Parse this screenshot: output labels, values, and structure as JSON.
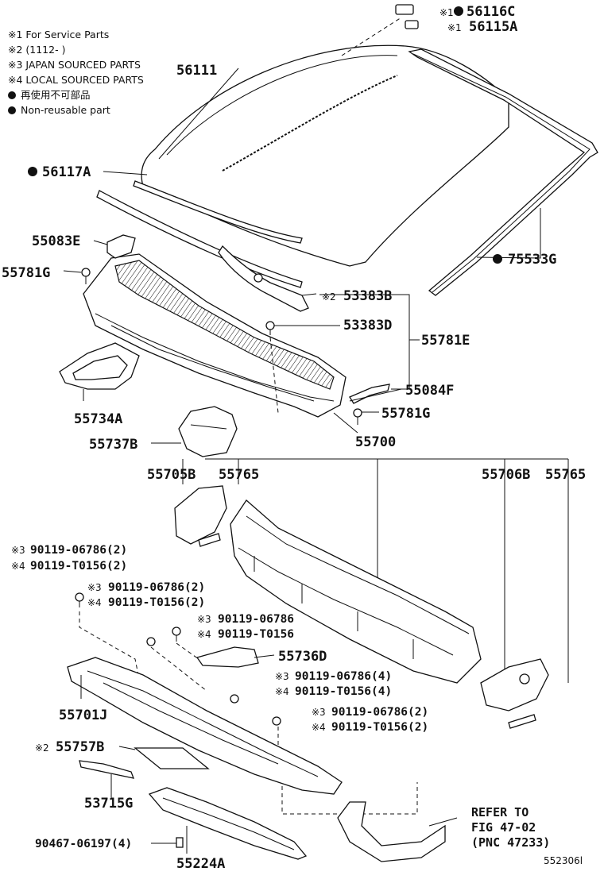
{
  "legend": {
    "note1": "※1 For Service Parts",
    "note2": "※2 (1112-      )",
    "note3": "※3 JAPAN SOURCED PARTS",
    "note4": "※4 LOCAL SOURCED PARTS",
    "note5": "再使用不可部品",
    "note6": "Non-reusable part"
  },
  "parts": {
    "p56116C": "56116C",
    "p56115A": "56115A",
    "p56111": "56111",
    "p56117A": "56117A",
    "p75533G": "75533G",
    "p55083E": "55083E",
    "p55781G_a": "55781G",
    "p53383B": "53383B",
    "p53383D": "53383D",
    "p55781E": "55781E",
    "p55084F": "55084F",
    "p55781G_b": "55781G",
    "p55734A": "55734A",
    "p55737B": "55737B",
    "p55700": "55700",
    "p55705B": "55705B",
    "p55765_a": "55765",
    "p55706B": "55706B",
    "p55765_b": "55765",
    "bolt_a3": "90119-06786(2)",
    "bolt_a4": "90119-T0156(2)",
    "bolt_b3": "90119-06786(2)",
    "bolt_b4": "90119-T0156(2)",
    "bolt_c3": "90119-06786",
    "bolt_c4": "90119-T0156",
    "p55736D": "55736D",
    "bolt_d3": "90119-06786(4)",
    "bolt_d4": "90119-T0156(4)",
    "bolt_e3": "90119-06786(2)",
    "bolt_e4": "90119-T0156(2)",
    "p55701J": "55701J",
    "p55757B": "55757B",
    "p53715G": "53715G",
    "p90467": "90467-06197(4)",
    "p55224A": "55224A"
  },
  "marks": {
    "m1": "※1",
    "m2": "※2",
    "m3": "※3",
    "m4": "※4"
  },
  "reference": {
    "line1": "REFER TO",
    "line2": "FIG 47-02",
    "line3": "(PNC 47233)"
  },
  "figure_id": "552306l"
}
